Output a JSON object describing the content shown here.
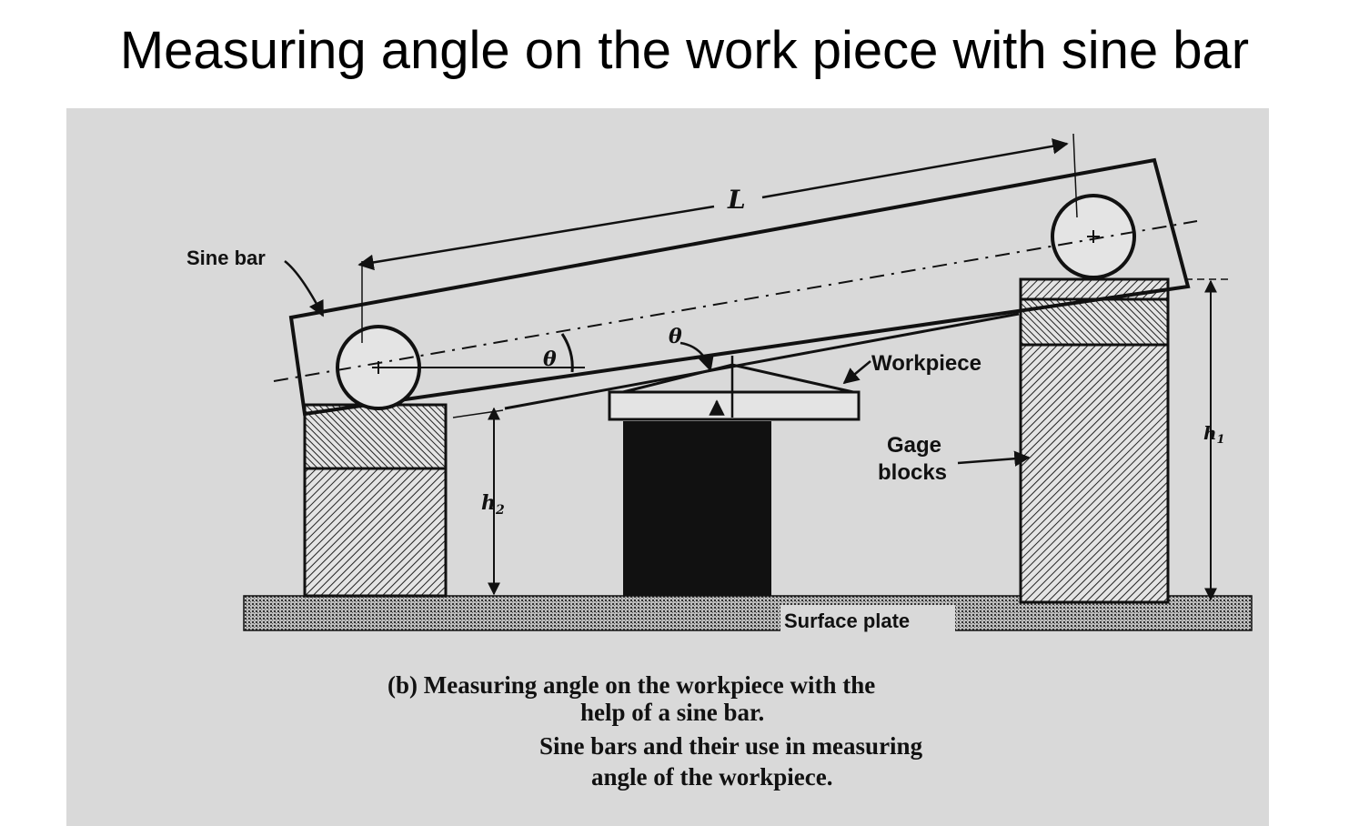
{
  "slide": {
    "title": "Measuring angle on the work piece with sine bar"
  },
  "figure": {
    "labels": {
      "sine_bar": "Sine bar",
      "length": "L",
      "theta_1": "θ",
      "theta_2": "θ",
      "workpiece": "Workpiece",
      "gage": "Gage",
      "blocks": "blocks",
      "h1": "h",
      "h1_sub": "1",
      "h2": "h",
      "h2_sub": "2",
      "surface_plate": "Surface plate"
    },
    "caption": {
      "line1": "(b) Measuring angle on the workpiece with the",
      "line2": "help of a sine bar.",
      "line3": "Sine bars and their use in measuring",
      "line4": "angle of the workpiece."
    }
  }
}
